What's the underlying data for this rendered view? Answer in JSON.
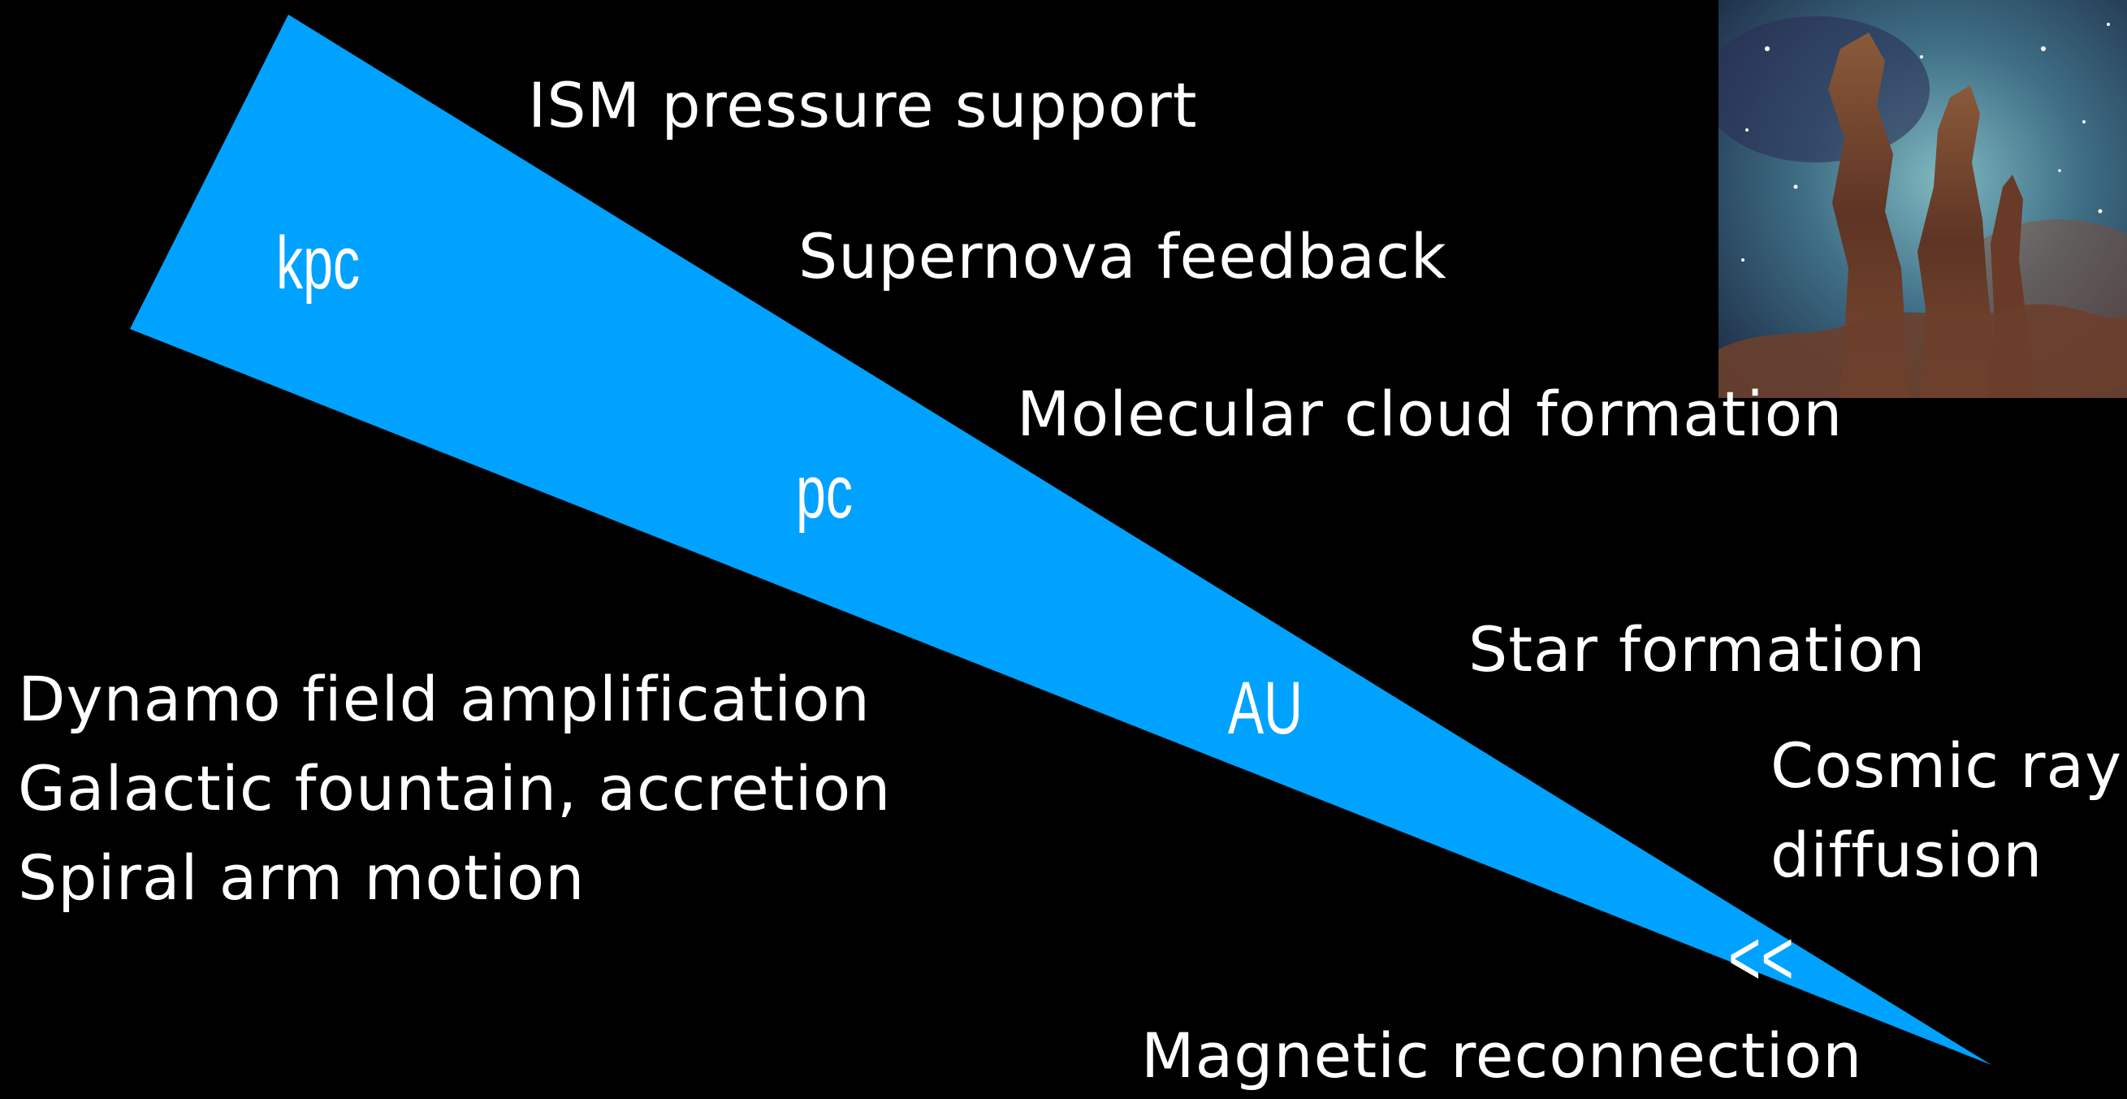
{
  "colors": {
    "wedge": "#00A2FF",
    "background": "#000000",
    "text": "#FFFFFF"
  },
  "scale_labels": {
    "kpc": "kpc",
    "pc": "pc",
    "au": "AU",
    "arrow": "<<"
  },
  "processes": {
    "ism": "ISM pressure support",
    "supernova": "Supernova feedback",
    "molecular": "Molecular cloud formation",
    "star_formation": "Star formation",
    "cosmic_ray_line1": "Cosmic ray",
    "cosmic_ray_line2": "diffusion",
    "reconnection": "Magnetic reconnection",
    "dynamo": "Dynamo field amplification",
    "fountain": "Galactic fountain, accretion",
    "spiral": "Spiral arm motion"
  },
  "image": {
    "subject": "pillars-of-creation-nebula-photo"
  }
}
